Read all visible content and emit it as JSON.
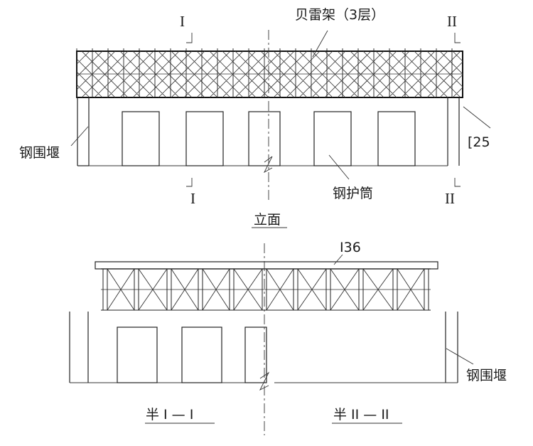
{
  "elevation": {
    "truss_label": "贝雷架（3层）",
    "cofferdam_label": "钢围堰",
    "casing_label": "钢护筒",
    "channel_label": "[25",
    "section_mark_1": "I",
    "section_mark_2": "II",
    "caption": "立面"
  },
  "section": {
    "beam_label": "I36",
    "cofferdam_label": "钢围堰",
    "caption_left": "半 I — I",
    "caption_right": "半 II — II"
  }
}
